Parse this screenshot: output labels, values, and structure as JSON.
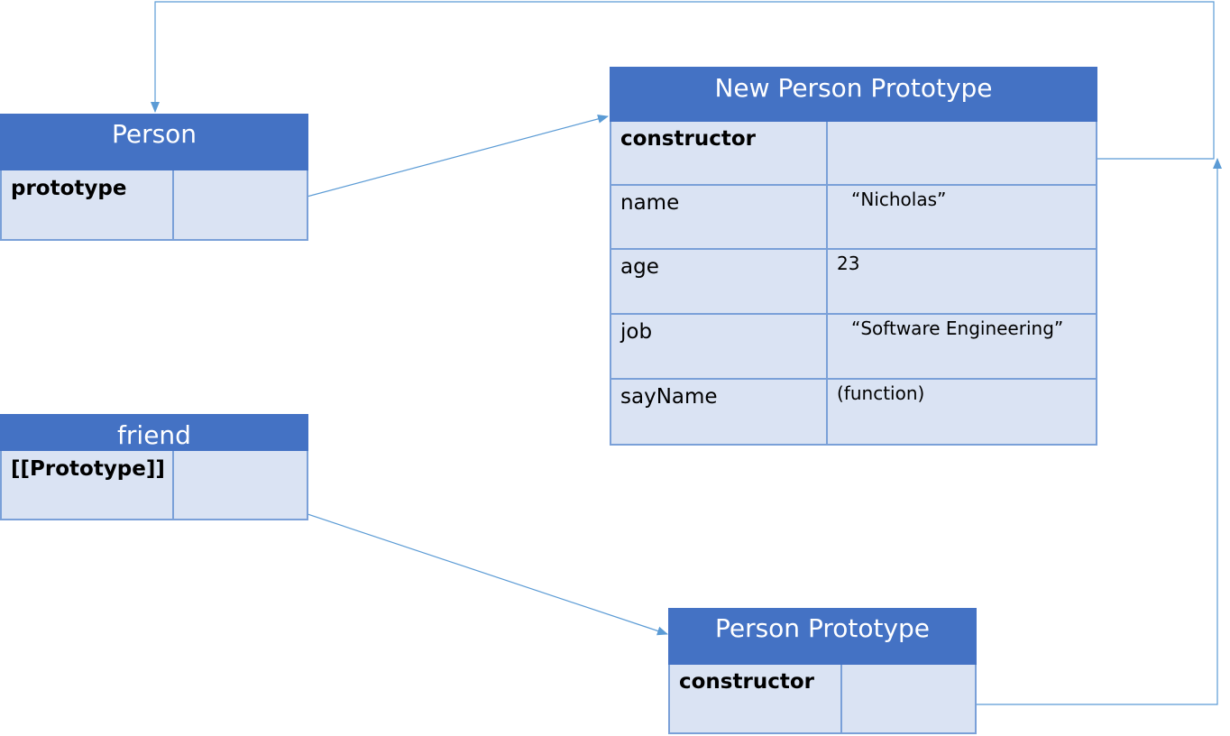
{
  "boxes": {
    "person": {
      "title": "Person",
      "rows": [
        {
          "key": "prototype",
          "value": ""
        }
      ]
    },
    "new_person_prototype": {
      "title": "New Person Prototype",
      "rows": [
        {
          "key": "constructor",
          "value": ""
        },
        {
          "key": "name",
          "value": "“Nicholas”"
        },
        {
          "key": "age",
          "value": "23"
        },
        {
          "key": "job",
          "value": "“Software Engineering”"
        },
        {
          "key": "sayName",
          "value": "(function)"
        }
      ]
    },
    "friend": {
      "title": "friend",
      "rows": [
        {
          "key": "[[Prototype]]",
          "value": ""
        }
      ]
    },
    "person_prototype": {
      "title": "Person Prototype",
      "rows": [
        {
          "key": "constructor",
          "value": ""
        }
      ]
    }
  },
  "colors": {
    "header": "#4472c4",
    "row_fill": "#dae3f3",
    "row_border": "#7aa0d8",
    "arrow": "#5b9bd5"
  }
}
